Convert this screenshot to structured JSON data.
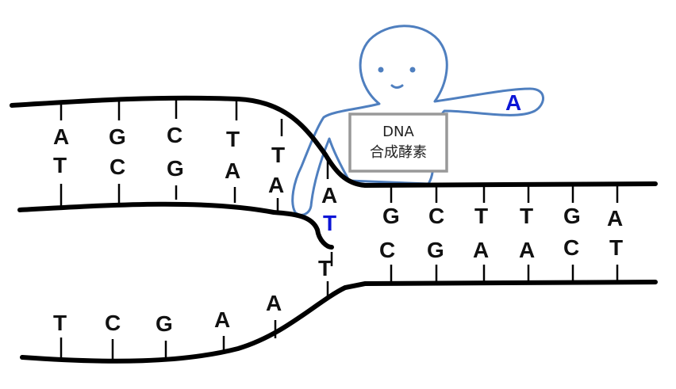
{
  "enzyme": {
    "label_line1": "DNA",
    "label_line2": "合成酵素",
    "held_base": "A",
    "outline_color": "#4f7fbf"
  },
  "colors": {
    "backbone": "#000000",
    "new_base": "#0b15d6",
    "label_box": "#999999"
  },
  "upper_left_strand": {
    "outer_bases": [
      "A",
      "G",
      "C",
      "T",
      "T"
    ],
    "inner_bases": [
      "T",
      "C",
      "G",
      "A",
      "A"
    ]
  },
  "junction": {
    "top_base": "A",
    "new_base": "T",
    "lower_base": "T"
  },
  "right_duplex": {
    "top_bases": [
      "G",
      "C",
      "T",
      "T",
      "G",
      "A"
    ],
    "bottom_bases": [
      "C",
      "G",
      "A",
      "A",
      "C",
      "T"
    ]
  },
  "lower_left_strand": {
    "bases": [
      "T",
      "C",
      "G",
      "A",
      "A"
    ]
  }
}
